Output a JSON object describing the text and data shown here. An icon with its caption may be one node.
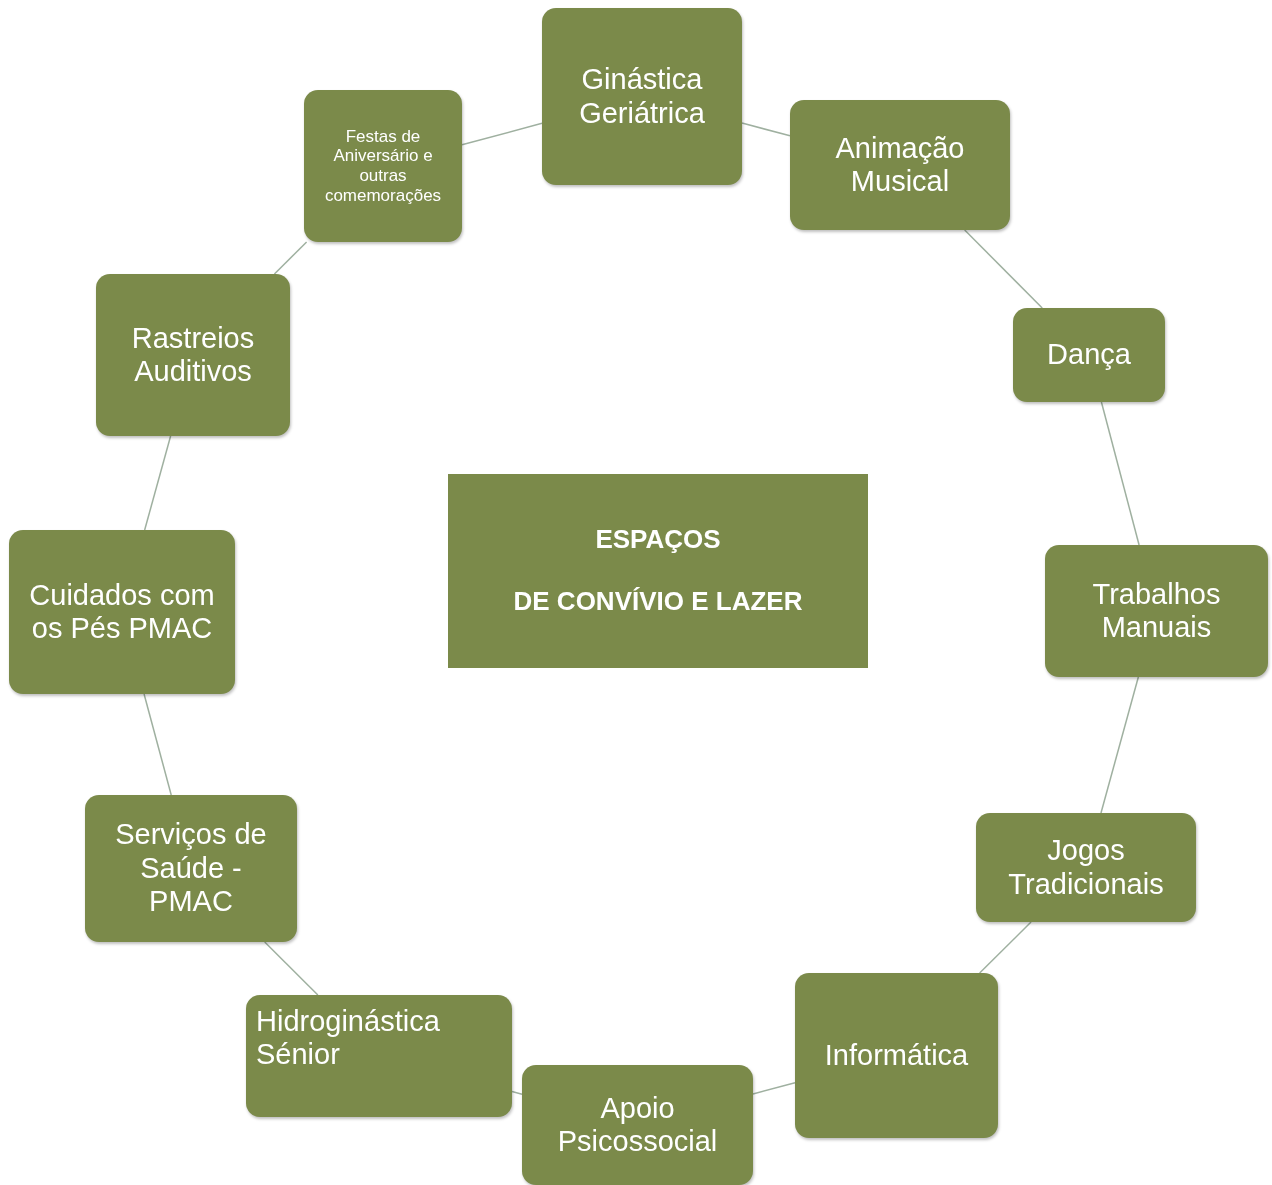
{
  "diagram": {
    "nodes": [
      {
        "text": [
          "ESPAÇOS",
          "DE CONVÍVIO E LAZER"
        ]
      },
      {
        "text": [
          "Ginástica Geriátrica"
        ]
      },
      {
        "text": [
          "Animação Musical"
        ]
      },
      {
        "text": [
          "Dança"
        ]
      },
      {
        "text": [
          "Trabalhos Manuais"
        ]
      },
      {
        "text": [
          "Jogos Tradicionais"
        ]
      },
      {
        "text": [
          "Informática"
        ]
      },
      {
        "text": [
          "Apoio Psicossocial"
        ]
      },
      {
        "text": [
          "Hidroginástica Sénior"
        ]
      },
      {
        "text": [
          "Serviços de Saúde - PMAC"
        ]
      },
      {
        "text": [
          "Cuidados com os Pés PMAC"
        ]
      },
      {
        "text": [
          "Rastreios Auditivos"
        ]
      },
      {
        "text": [
          "Festas de Aniversário e outras comemorações"
        ]
      }
    ],
    "edges": [
      {
        "from": 1,
        "to": 2,
        "arrow": "none"
      },
      {
        "from": 2,
        "to": 3,
        "arrow": "none"
      },
      {
        "from": 3,
        "to": 4,
        "arrow": "none"
      },
      {
        "from": 4,
        "to": 5,
        "arrow": "none"
      },
      {
        "from": 5,
        "to": 6,
        "arrow": "none"
      },
      {
        "from": 6,
        "to": 7,
        "arrow": "none"
      },
      {
        "from": 7,
        "to": 8,
        "arrow": "none"
      },
      {
        "from": 8,
        "to": 9,
        "arrow": "none"
      },
      {
        "from": 9,
        "to": 10,
        "arrow": "none"
      },
      {
        "from": 10,
        "to": 11,
        "arrow": "none"
      },
      {
        "from": 11,
        "to": 12,
        "arrow": "none"
      },
      {
        "from": 12,
        "to": 1,
        "arrow": "none"
      }
    ]
  }
}
